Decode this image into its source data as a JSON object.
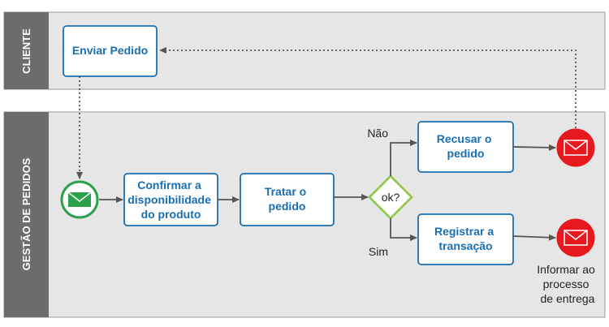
{
  "lanes": {
    "client_label": "CLIENTE",
    "orders_label": "GESTÃO DE PEDIDOS"
  },
  "tasks": {
    "send_order": "Enviar Pedido",
    "confirm": [
      "Confirmar a",
      "disponibilidade",
      "do produto"
    ],
    "handle": [
      "Tratar o",
      "pedido"
    ],
    "refuse": [
      "Recusar o",
      "pedido"
    ],
    "register": [
      "Registrar a",
      "transação"
    ]
  },
  "gateway": {
    "label": "ok?",
    "no_label": "Não",
    "yes_label": "Sim"
  },
  "end_event": {
    "caption": [
      "Informar ao",
      "processo",
      "de entrega"
    ]
  },
  "colors": {
    "lane_header": "#6d6d6d",
    "lane_body": "#e6e6e6",
    "task_border": "#1a6fb3",
    "task_text": "#1a6fb3",
    "start_event": "#2aa14a",
    "end_event": "#e8191e",
    "gateway_border": "#8cc63f"
  },
  "icons": {
    "start_event": "envelope-icon",
    "end_events": "envelope-icon"
  }
}
